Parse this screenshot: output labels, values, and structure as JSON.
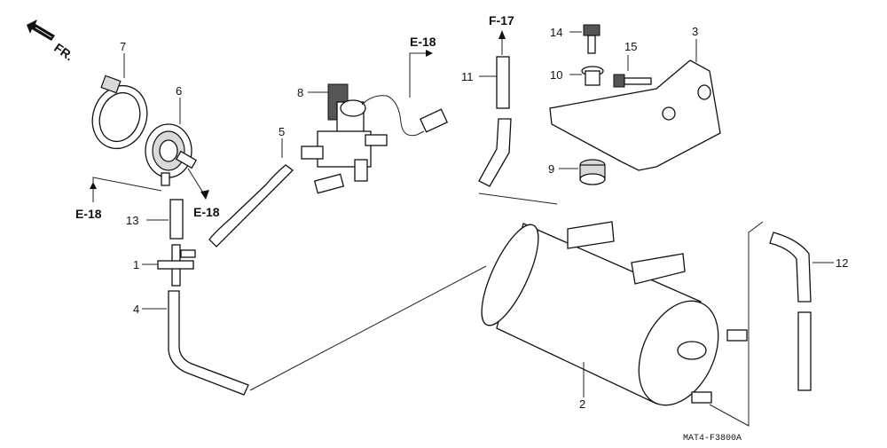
{
  "direction_label": "FR.",
  "refs": {
    "e18_left": "E-18",
    "e18_mid": "E-18",
    "e18_top": "E-18",
    "f17": "F-17"
  },
  "callouts": {
    "c1": "1",
    "c2": "2",
    "c3": "3",
    "c4": "4",
    "c5": "5",
    "c6": "6",
    "c7": "7",
    "c8": "8",
    "c9": "9",
    "c10": "10",
    "c11": "11",
    "c12": "12",
    "c13": "13",
    "c14": "14",
    "c15": "15"
  },
  "drawing_code": "MAT4-F3800A"
}
